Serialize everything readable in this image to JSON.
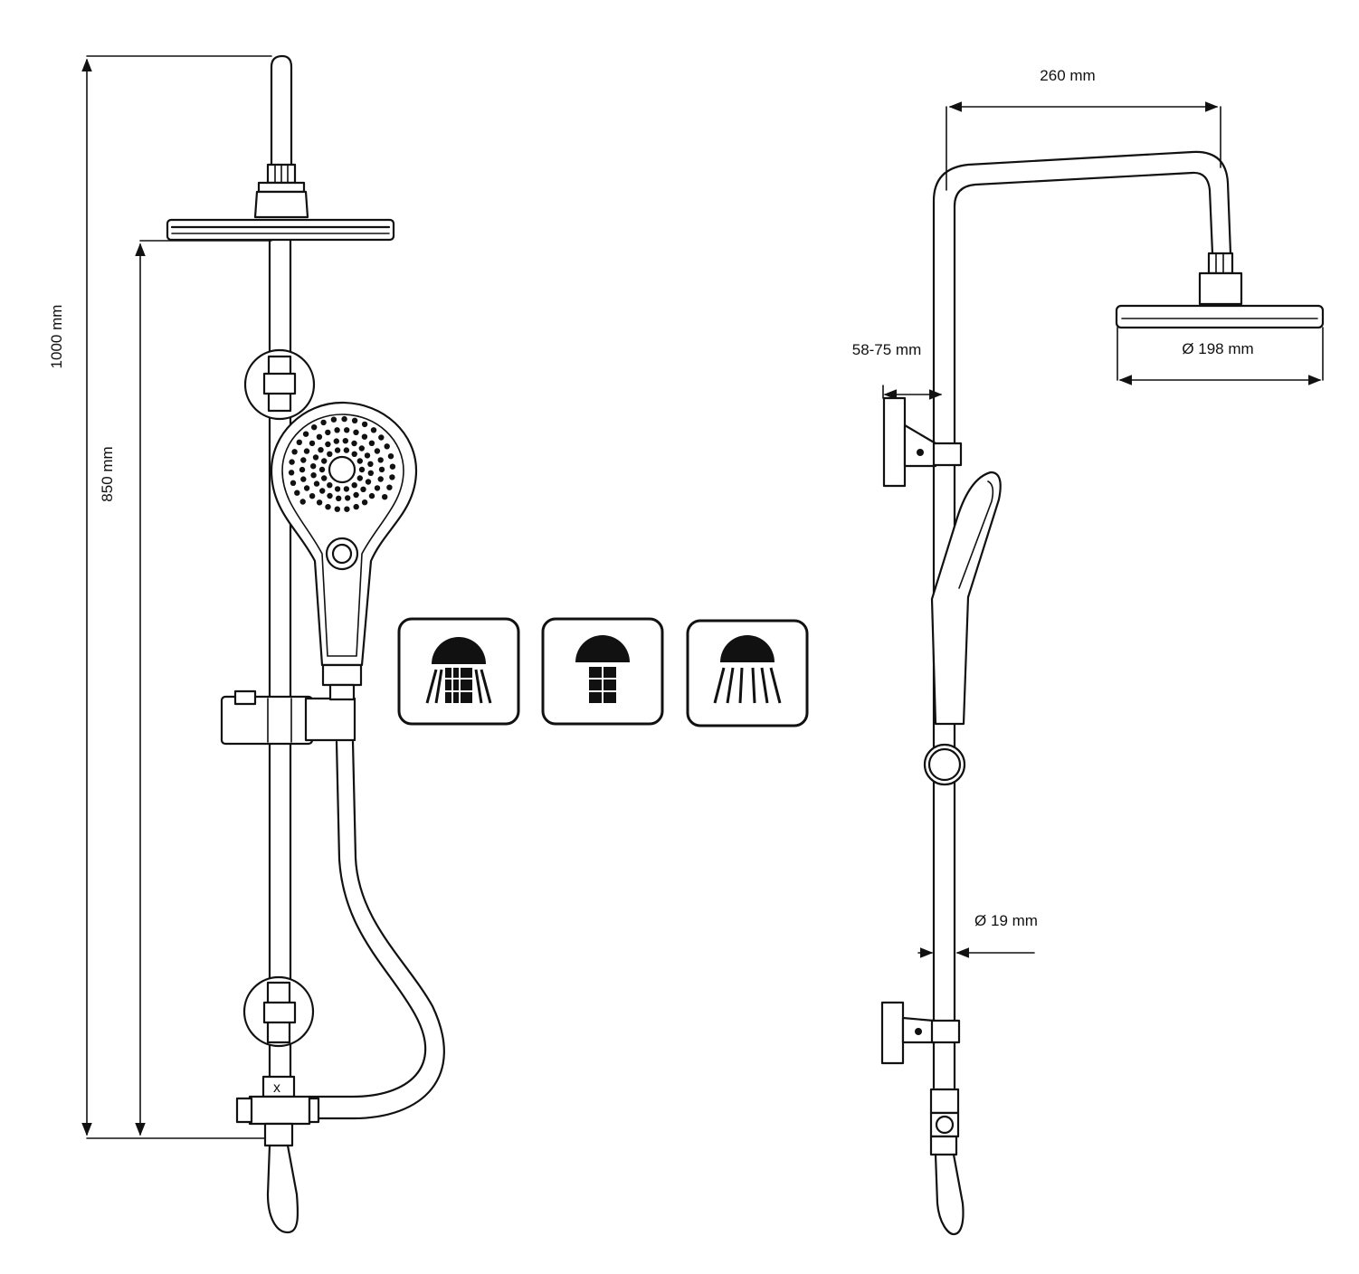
{
  "dimensions": {
    "total_height": "1000 mm",
    "bar_height": "850 mm",
    "arm_length": "260 mm",
    "wall_offset": "58-75 mm",
    "head_diameter": "Ø 198 mm",
    "pipe_diameter": "Ø 19 mm"
  },
  "spray_modes": [
    {
      "icon": "rain-grid-spray-icon"
    },
    {
      "icon": "grid-spray-icon"
    },
    {
      "icon": "rain-spray-icon"
    }
  ],
  "colors": {
    "line": "#111111",
    "background": "#ffffff"
  }
}
